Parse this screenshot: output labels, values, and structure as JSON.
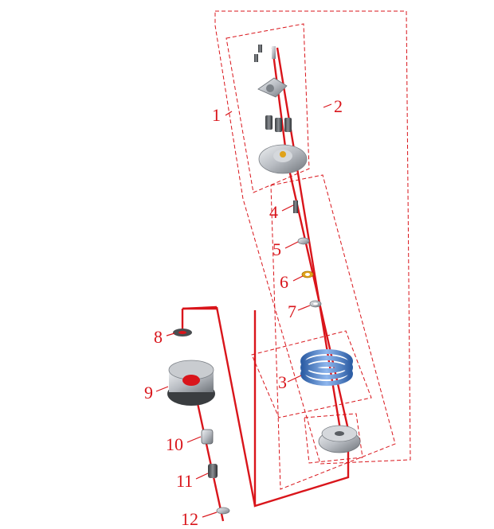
{
  "diagram": {
    "type": "exploded-parts-view",
    "callouts": [
      "1",
      "2",
      "3",
      "4",
      "5",
      "6",
      "7",
      "8",
      "9",
      "10",
      "11",
      "12"
    ],
    "colors": {
      "accent": "#d9151b",
      "metal": "#b8bcc2",
      "metal_dark": "#6f747a",
      "plates": "#5b8fd6",
      "washer_gold": "#e0a21a"
    }
  }
}
